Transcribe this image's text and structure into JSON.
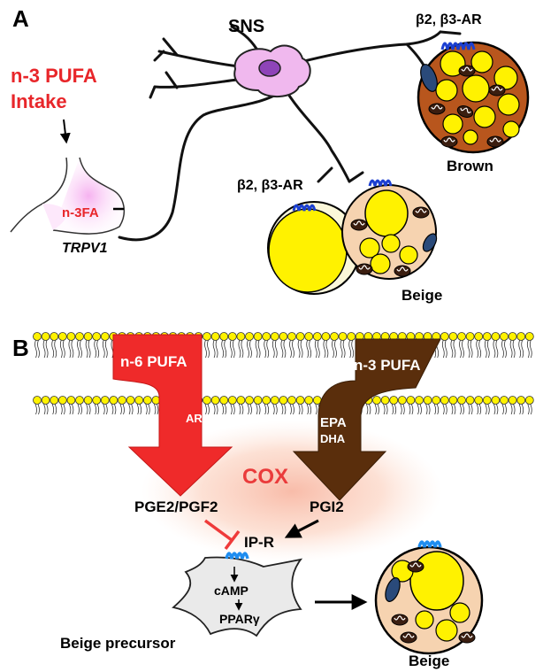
{
  "panel_a": {
    "letter": "A",
    "sns_label": "SNS",
    "intake_line1": "n-3 PUFA",
    "intake_line2": "Intake",
    "n3fa_label": "n-3FA",
    "trpv1_label": "TRPV1",
    "receptor_brown": "β2, β3-AR",
    "receptor_beige": "β2, β3-AR",
    "brown_label": "Brown",
    "beige_label": "Beige"
  },
  "panel_b": {
    "letter": "B",
    "n6_label": "n-6 PUFA",
    "ara_label": "ARA",
    "n3_label": "n-3 PUFA",
    "epa_label": "EPA",
    "dha_label": "DHA",
    "cox_label": "COX",
    "pge_label": "PGE2/PGF2",
    "pgi_label": "PGI2",
    "ipr_label": "IP-R",
    "camp_label": "cAMP",
    "ppar_label": "PPARγ",
    "precursor_label": "Beige precursor",
    "beige_label": "Beige"
  },
  "colors": {
    "red_text": "#e8262a",
    "n6_arrow": "#ef2a2a",
    "n3_arrow": "#5a2e0c",
    "cox_glow": "#f7b49a",
    "lipid": "#fff200",
    "brown_cyto": "#b8561d",
    "beige_cyto": "#f6d3b0",
    "receptor": "#1b3fd1",
    "sns_body": "#f0b8ee"
  }
}
